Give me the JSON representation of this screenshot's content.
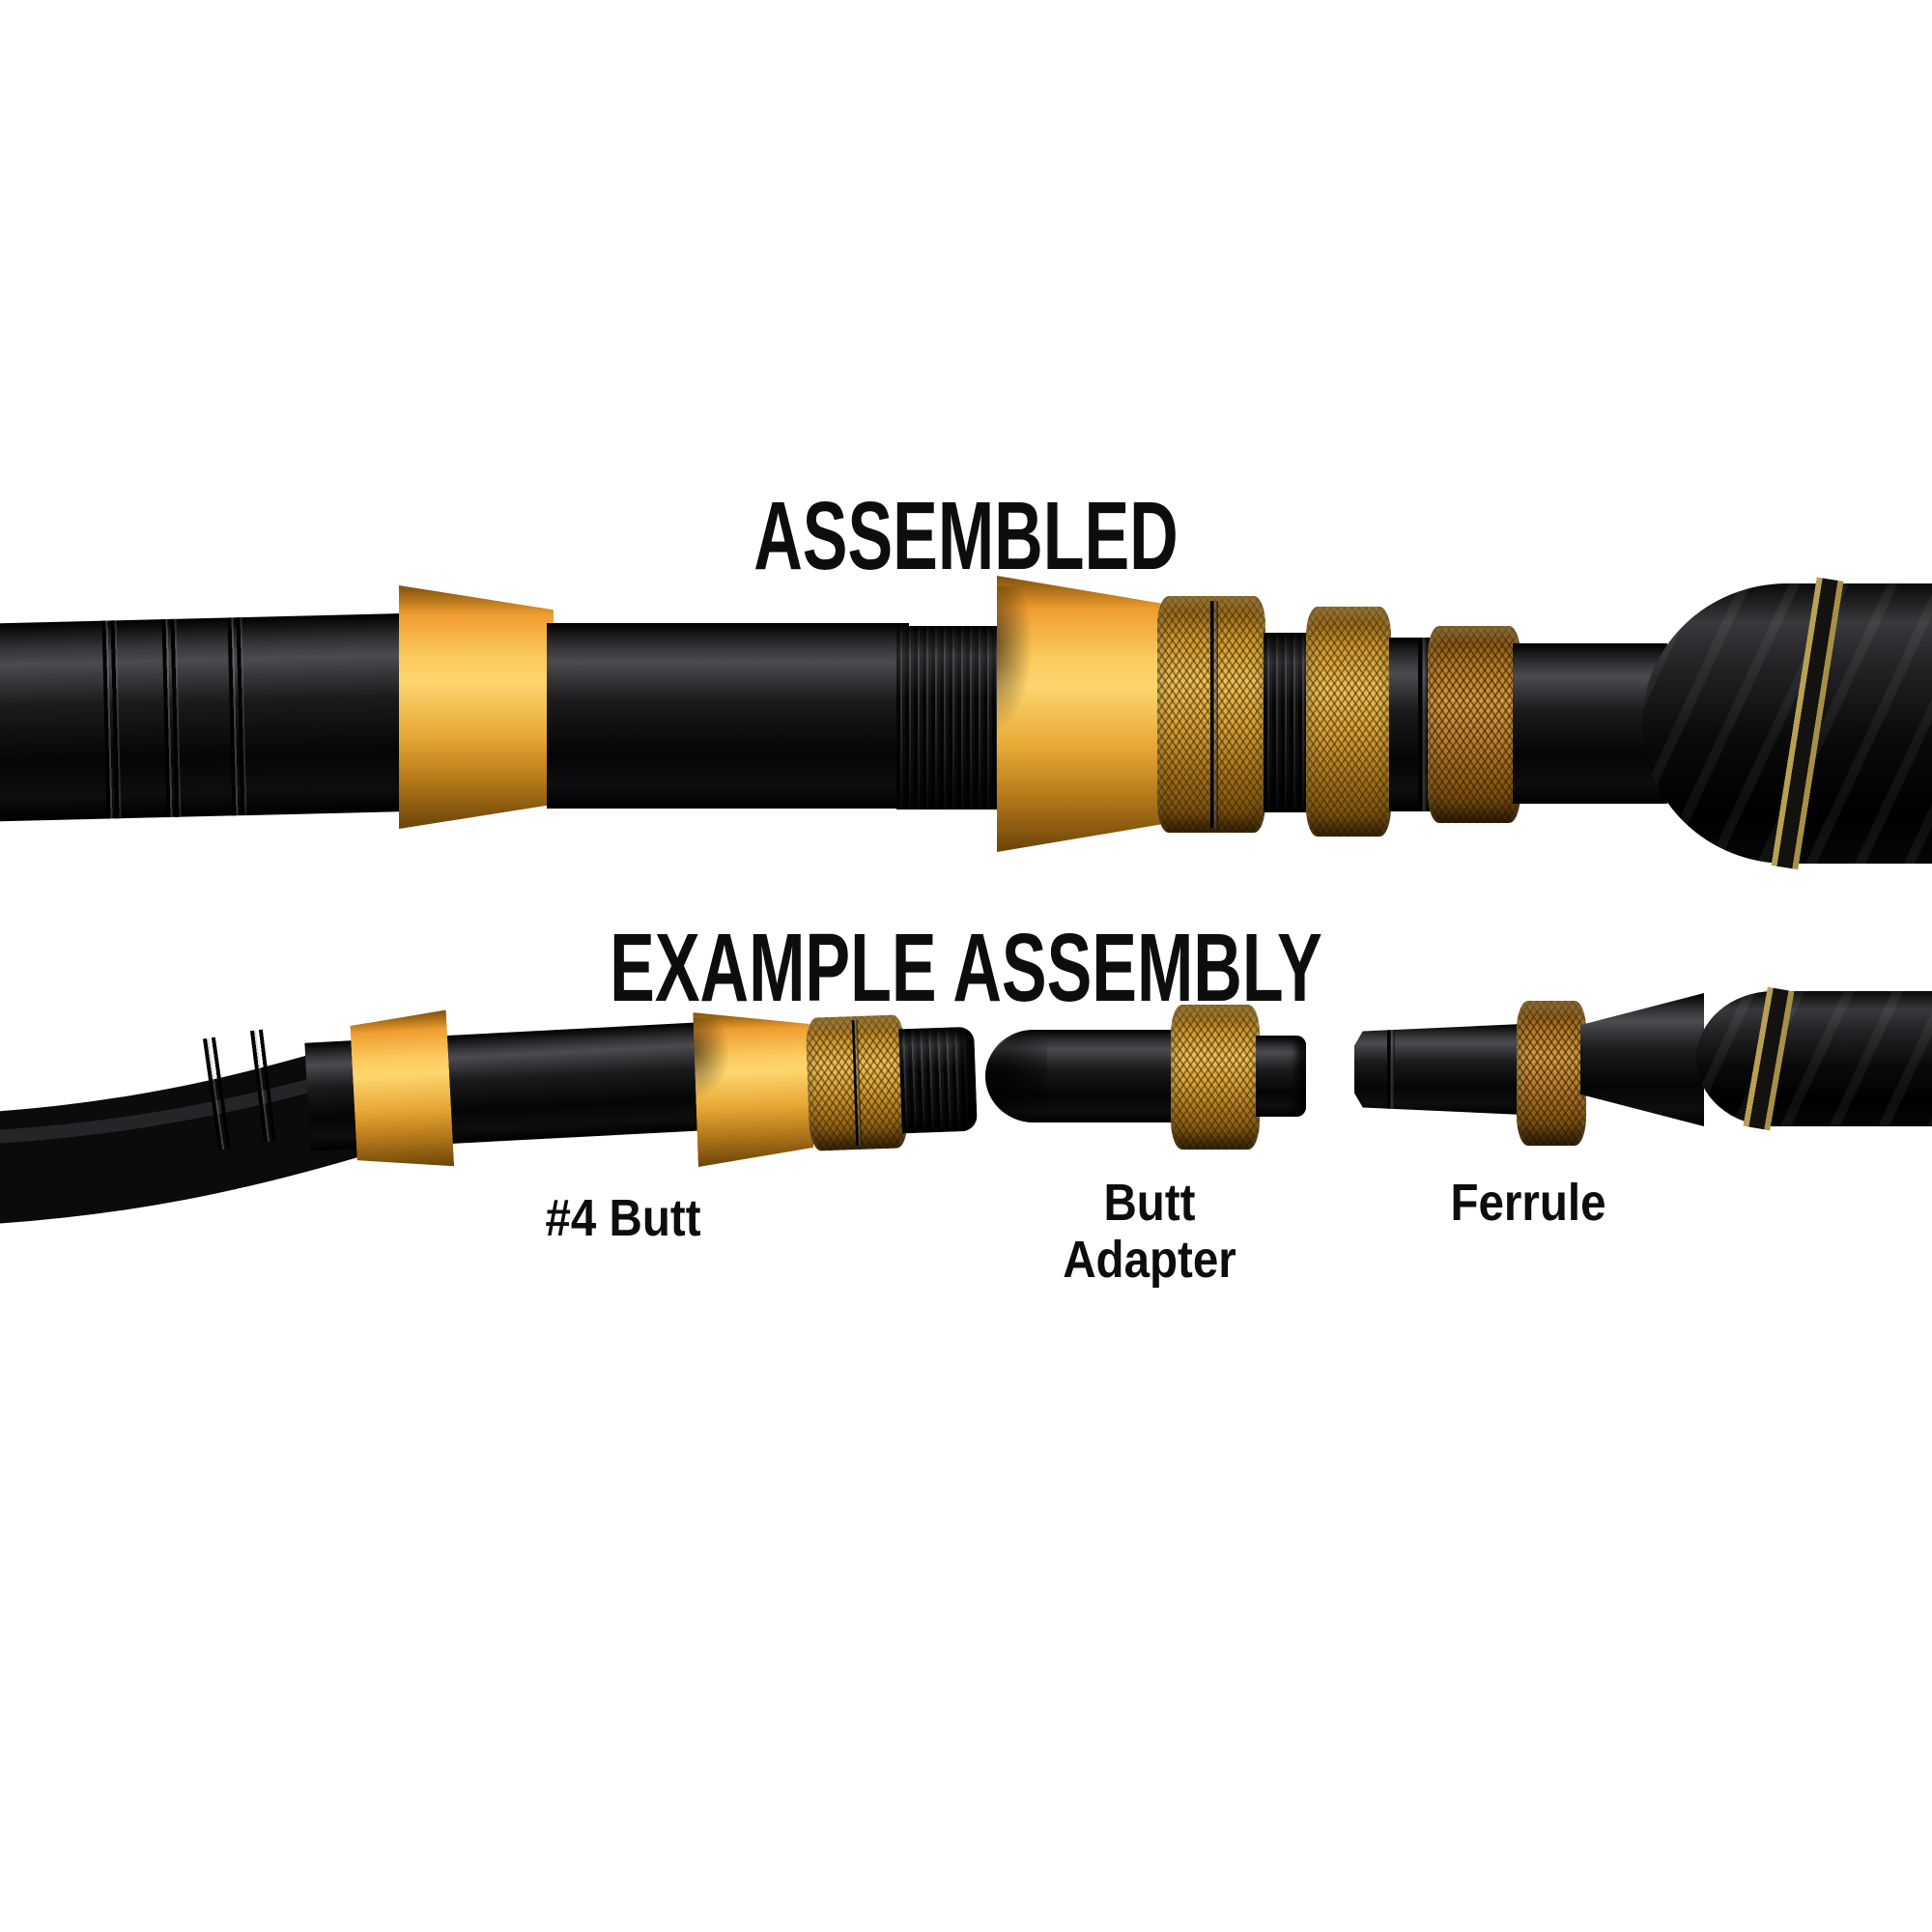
{
  "page": {
    "background": "#ffffff",
    "description_of_image": "Product diagram of a fishing rod detachable butt system shown assembled and as separated example components"
  },
  "assembled": {
    "title": "ASSEMBLED"
  },
  "example": {
    "title": "EXAMPLE ASSEMBLY",
    "parts": [
      {
        "label": "#4 Butt"
      },
      {
        "label": "Butt Adapter"
      },
      {
        "label": "Ferrule"
      }
    ]
  },
  "colors": {
    "background": "#ffffff",
    "text": "#0d0d0d",
    "gold_highlight": "#fdd56e",
    "gold_mid": "#efa83c",
    "gold_dark": "#8a5a12",
    "knurl_gold": "#d7a338",
    "knurl_copper": "#bb8130",
    "rod_black": "#0a0a0a",
    "rod_sheen": "#4b4b50",
    "pinstripe_gold": "#b9a052"
  }
}
